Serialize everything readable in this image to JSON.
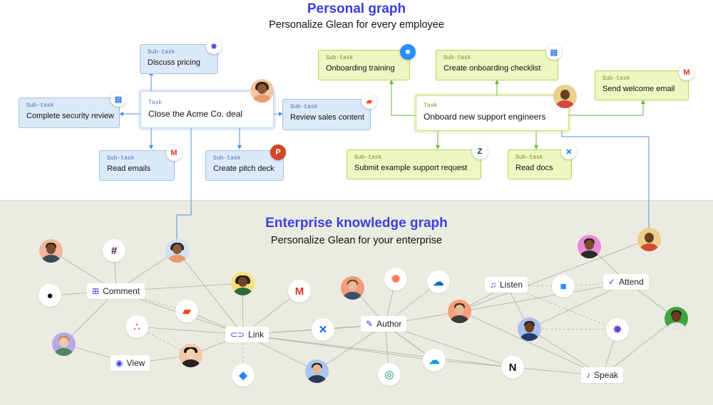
{
  "personal": {
    "title": "Personal graph",
    "subtitle": "Personalize Glean for every employee",
    "task1": {
      "label": "Task",
      "text": "Close the Acme Co. deal",
      "subtasks": {
        "pricing": {
          "label": "Sub-task",
          "text": "Discuss pricing"
        },
        "security": {
          "label": "Sub-task",
          "text": "Complete security review"
        },
        "emails": {
          "label": "Sub-task",
          "text": "Read emails"
        },
        "pitch": {
          "label": "Sub-task",
          "text": "Create pitch deck"
        },
        "sales": {
          "label": "Sub-task",
          "text": "Review sales content"
        }
      }
    },
    "task2": {
      "label": "Task",
      "text": "Onboard new support engineers",
      "subtasks": {
        "training": {
          "label": "Sub-task",
          "text": "Onboarding training"
        },
        "checklist": {
          "label": "Sub-task",
          "text": "Create onboarding checklist"
        },
        "welcome": {
          "label": "Sub-task",
          "text": "Send welcome email"
        },
        "request": {
          "label": "Sub-task",
          "text": "Submit example support request"
        },
        "docs": {
          "label": "Sub-task",
          "text": "Read docs"
        }
      }
    }
  },
  "enterprise": {
    "title": "Enterprise knowledge graph",
    "subtitle": "Personalize Glean for your enterprise",
    "verbs": {
      "comment": "Comment",
      "link": "Link",
      "view": "View",
      "author": "Author",
      "listen": "Listen",
      "attend": "Attend",
      "speak": "Speak"
    }
  },
  "icons": [
    "github-icon",
    "slack-icon",
    "asana-icon",
    "gmail-icon",
    "hubspot-icon",
    "onedrive-icon",
    "confluence-icon",
    "salesforce-icon",
    "notion-icon",
    "zoom-icon",
    "jira-icon",
    "glean-icon",
    "google-docs-icon",
    "zendesk-icon",
    "powerpoint-icon",
    "speakerdeck-icon",
    "gong-icon"
  ],
  "colors": {
    "accent": "#3b3fe0",
    "blue_card": "#dbeaf8",
    "green_card": "#eef6c2",
    "enterprise_bg": "#ecebe1"
  }
}
